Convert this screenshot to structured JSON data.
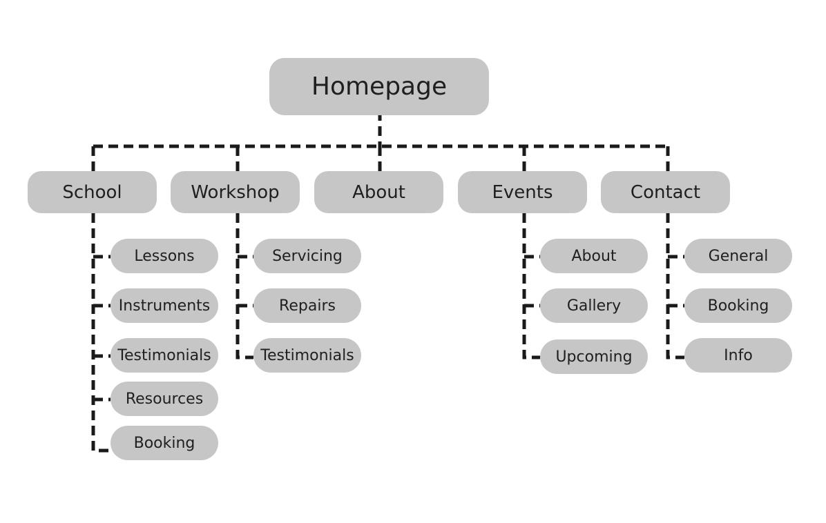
{
  "diagram": {
    "root": "Homepage",
    "sections": [
      {
        "label": "School",
        "children": [
          "Lessons",
          "Instruments",
          "Testimonials",
          "Resources",
          "Booking"
        ]
      },
      {
        "label": "Workshop",
        "children": [
          "Servicing",
          "Repairs",
          "Testimonials"
        ]
      },
      {
        "label": "About",
        "children": []
      },
      {
        "label": "Events",
        "children": [
          "About",
          "Gallery",
          "Upcoming"
        ]
      },
      {
        "label": "Contact",
        "children": [
          "General",
          "Booking",
          "Info"
        ]
      }
    ],
    "colors": {
      "node_fill": "#c6c6c6",
      "text": "#1f1f1f",
      "connector": "#1a1a1a",
      "background": "#ffffff"
    },
    "connector_style": "dashed"
  }
}
